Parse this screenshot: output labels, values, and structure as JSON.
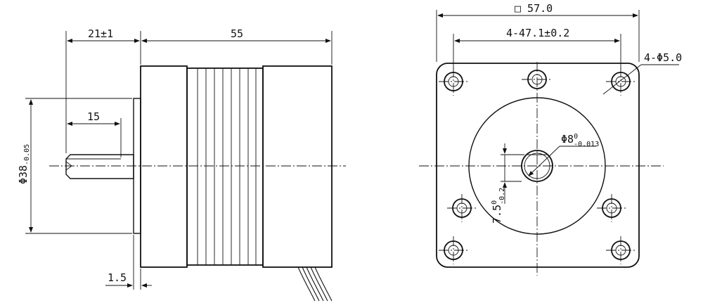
{
  "side_view": {
    "length_dim": "21±1",
    "body_dim": "55",
    "shaft_flat_dim": "15",
    "diameter_main": "Φ38",
    "diameter_tol": "-0.05",
    "flange_dim": "1.5"
  },
  "front_view": {
    "square_dim": "□ 57.0",
    "bolt_spacing": "4-47.1±0.2",
    "hole_dim": "4-Φ5.0",
    "shaft_main": "Φ8",
    "shaft_tol_upper": "0",
    "shaft_tol_lower": "-0.013",
    "flat_main": "7.5",
    "flat_tol_upper": "0",
    "flat_tol_lower": "-0.2"
  }
}
